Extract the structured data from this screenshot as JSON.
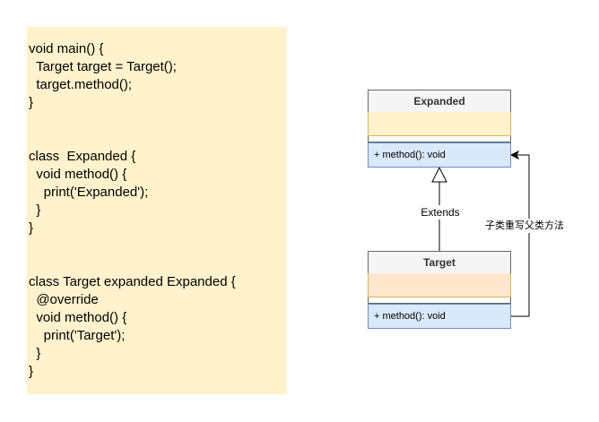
{
  "code": {
    "lines": [
      "void main() {",
      "  Target target = Target();",
      "  target.method();",
      "}",
      "",
      "",
      "class  Expanded {",
      "  void method() {",
      "    print('Expanded');",
      "  }",
      "}",
      "",
      "",
      "class Target expanded Expanded {",
      "  @override",
      "  void method() {",
      "    print('Target');",
      "  }",
      "}"
    ]
  },
  "diagram": {
    "parent_class": {
      "name": "Expanded",
      "method": "+ method(): void",
      "attr_fill": "#fff2cc"
    },
    "child_class": {
      "name": "Target",
      "method": "+ method(): void",
      "attr_fill": "#ffe6cc"
    },
    "extends_label": "Extends",
    "override_label": "子类重写父类方法"
  },
  "colors": {
    "code_background": "#fff2cc",
    "title_fill": "#f5f5f5",
    "method_fill": "#dae8fc",
    "method_border": "#6c8ebf",
    "line": "#000000"
  }
}
